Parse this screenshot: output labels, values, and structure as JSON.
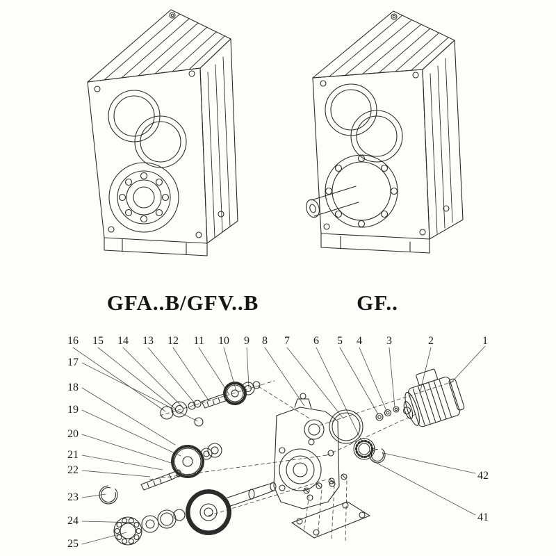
{
  "page": {
    "background": "#fdfdfb",
    "line_color": "#2b2b2b"
  },
  "captions": {
    "left": "GFA..B/GFV..B",
    "right": "GF.."
  },
  "drawings": {
    "left_model": "parallel-shaft gear reducer, flange/shaft-mounted version",
    "right_model": "parallel-shaft gear reducer with solid output shaft"
  },
  "exploded_view": {
    "callouts_top": [
      "16",
      "15",
      "14",
      "13",
      "12",
      "11",
      "10",
      "9",
      "8",
      "7",
      "6",
      "5",
      "4",
      "3",
      "2",
      "1"
    ],
    "callouts_left": [
      "17",
      "18",
      "19",
      "20",
      "21",
      "22",
      "23",
      "24",
      "25"
    ],
    "callouts_right": [
      "42",
      "41"
    ]
  }
}
